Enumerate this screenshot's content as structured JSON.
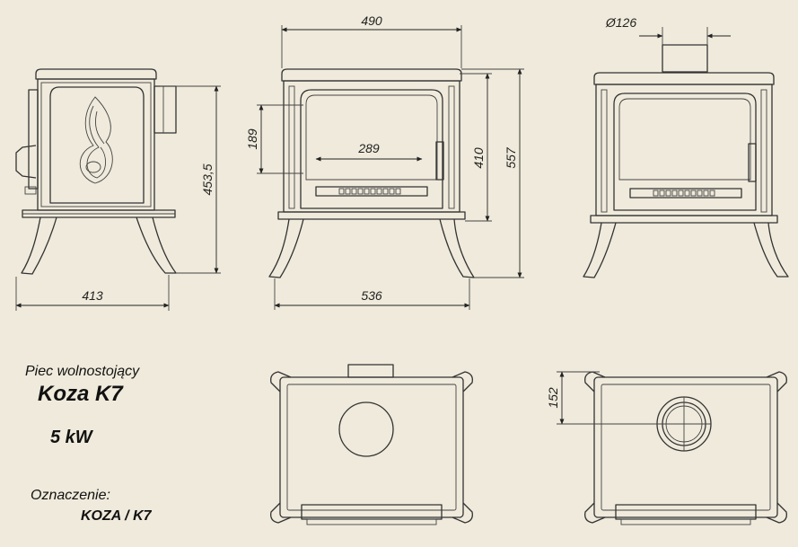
{
  "title": {
    "subtitle": "Piec wolnostojący",
    "model": "Koza K7",
    "power": "5 kW",
    "designation_label": "Oznaczenie:",
    "designation_value": "KOZA / K7"
  },
  "dimensions": {
    "side_width": "413",
    "side_height": "453,5",
    "front_top_width": "490",
    "front_base_width": "536",
    "door_height": "189",
    "door_width": "289",
    "body_height": "410",
    "total_height": "557",
    "flue_diameter": "Ø126",
    "flue_offset": "152"
  },
  "colors": {
    "background": "#efeadb",
    "line": "#333333"
  }
}
